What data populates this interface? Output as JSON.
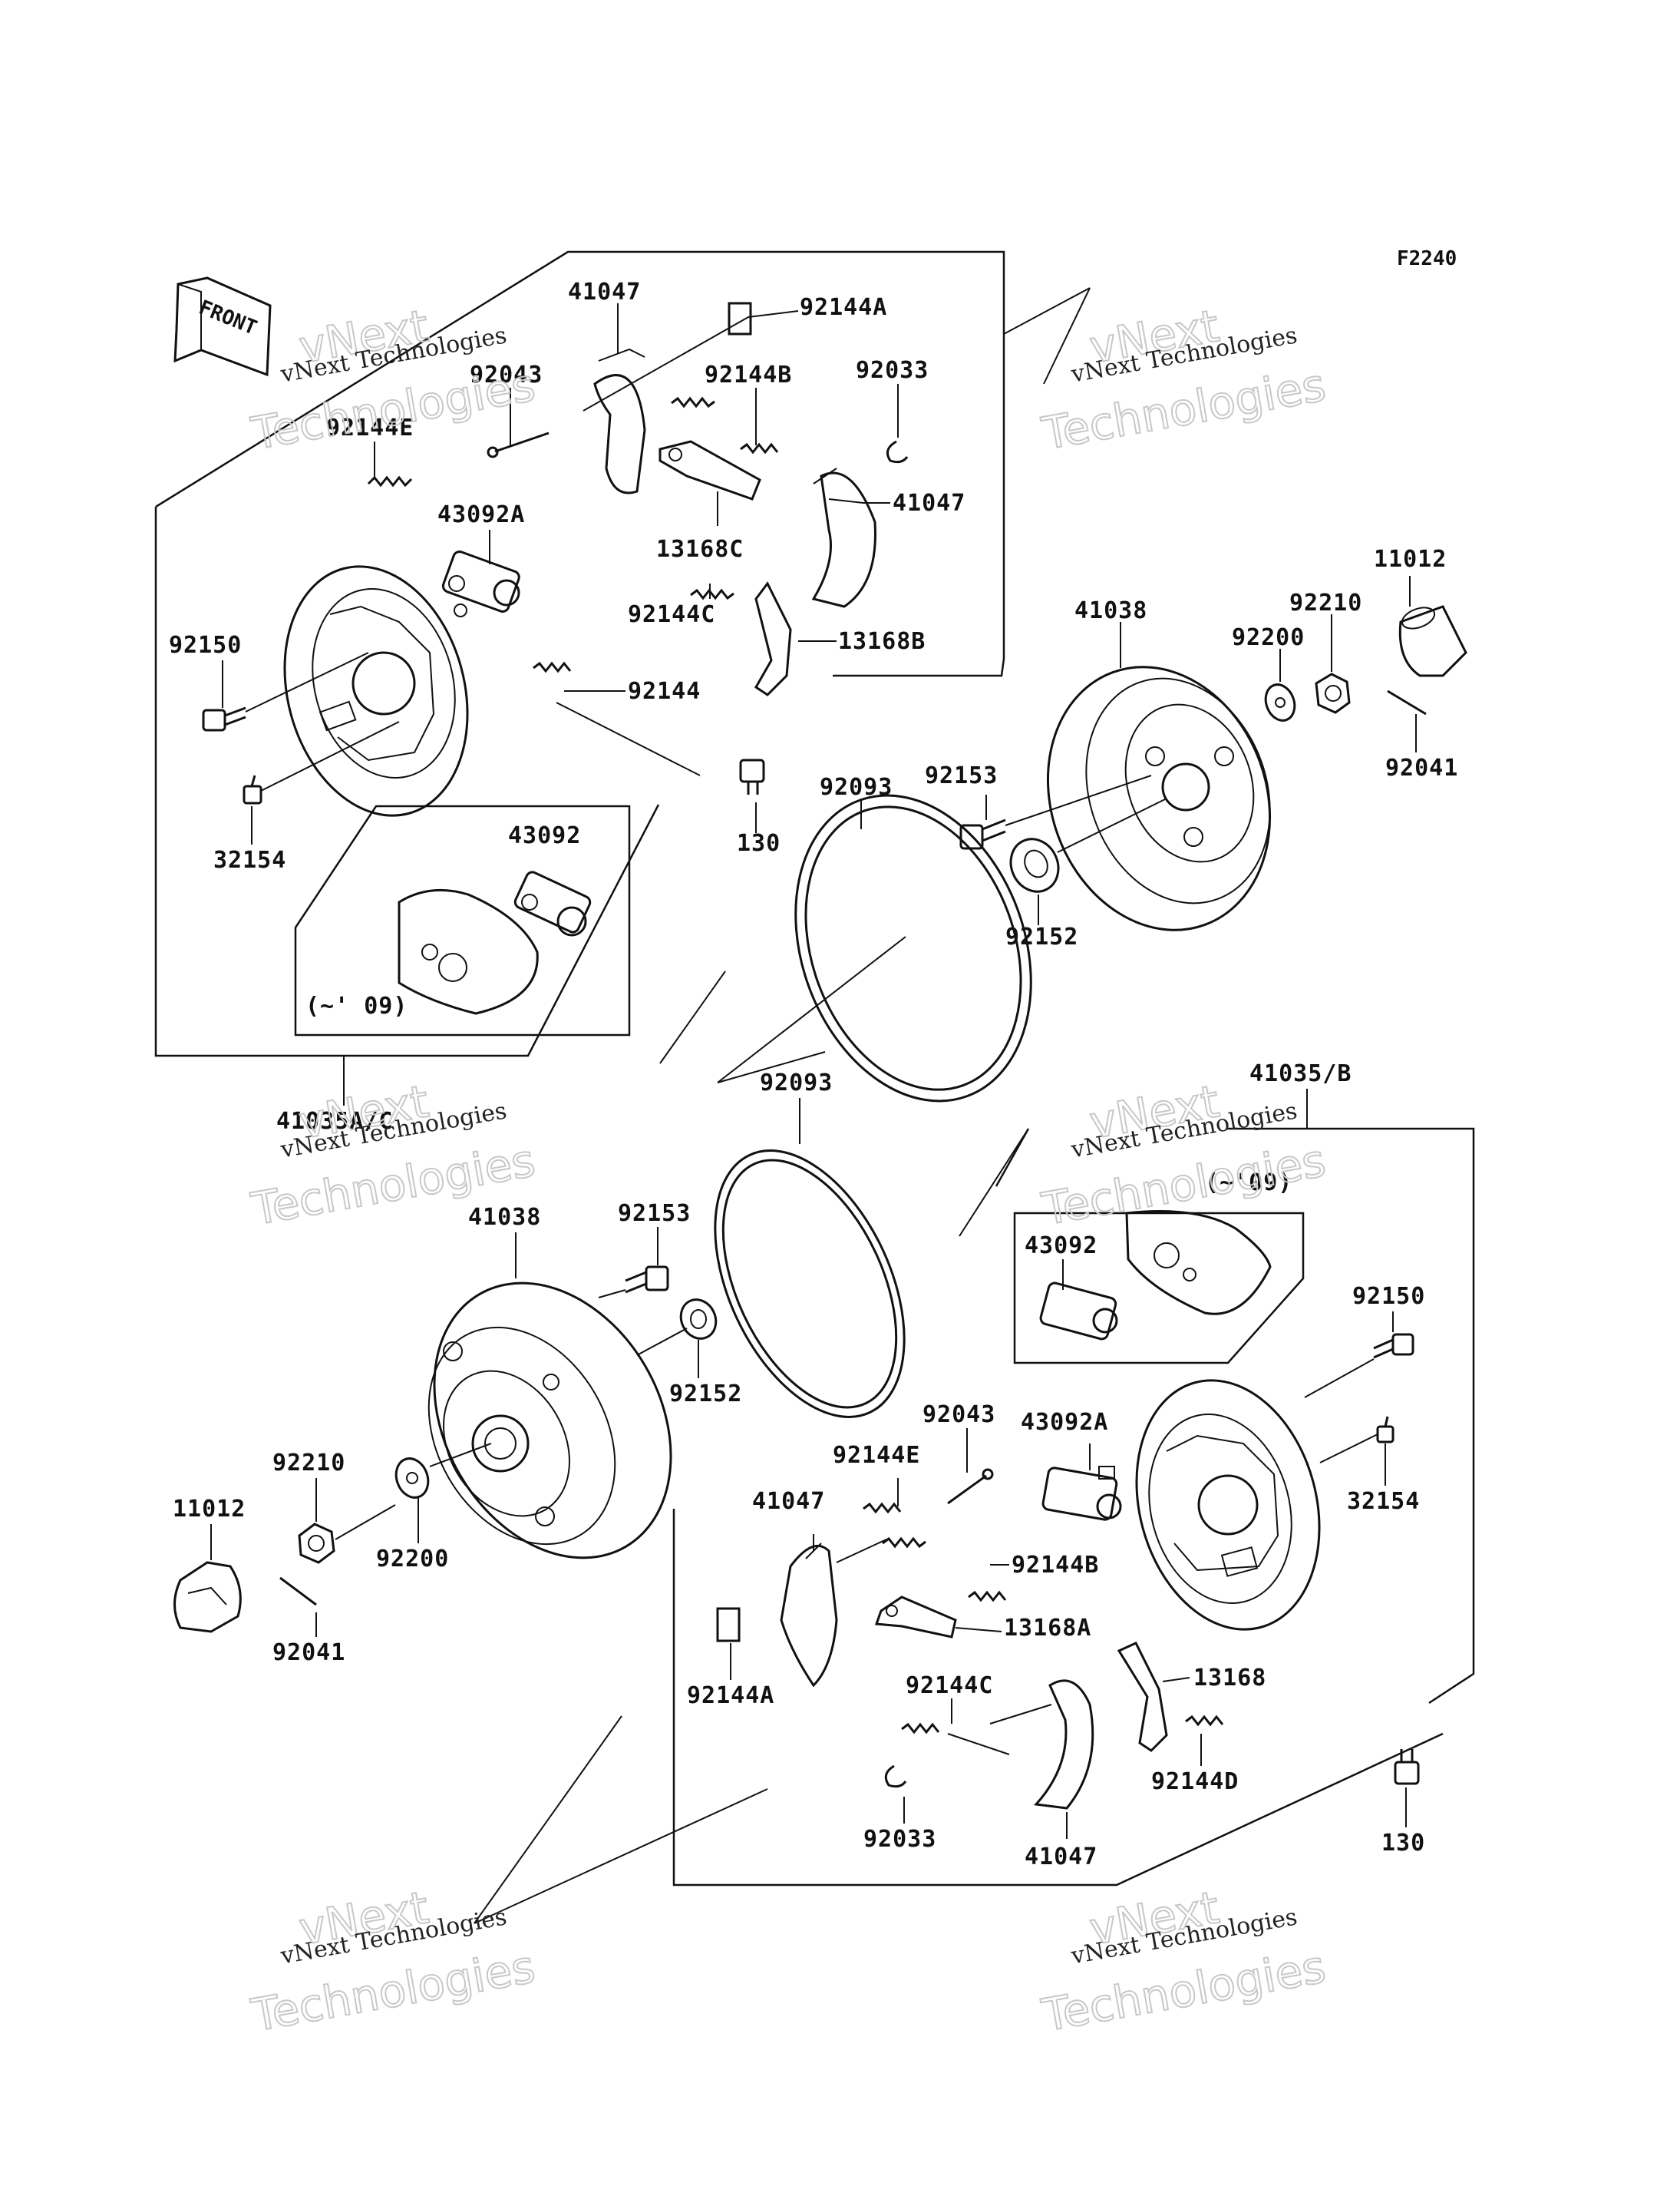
{
  "figure_code": "F2240",
  "front_arrow_label": "FRONT",
  "watermark": {
    "line1": "vNext Technologies",
    "line2": "vNext",
    "line3": "Technologies"
  },
  "variant_labels": {
    "top": "(~' 09)",
    "bottom": "(~'09)"
  },
  "assembly_labels": {
    "top": "41035A/C",
    "bottom": "41035/B"
  },
  "top_parts": {
    "p41047a": "41047",
    "p92144A": "92144A",
    "p92043": "92043",
    "p92144B": "92144B",
    "p92033": "92033",
    "p92144E": "92144E",
    "p41047b": "41047",
    "p43092A": "43092A",
    "p13168C": "13168C",
    "p11012": "11012",
    "p41038": "41038",
    "p92210": "92210",
    "p92150": "92150",
    "p92144C": "92144C",
    "p13168B": "13168B",
    "p92200": "92200",
    "p92144": "92144",
    "p92093": "92093",
    "p92153": "92153",
    "p92041": "92041",
    "p130": "130",
    "p32154": "32154",
    "p43092": "43092",
    "p92152": "92152"
  },
  "bottom_parts": {
    "p92093": "92093",
    "p41038": "41038",
    "p92153": "92153",
    "p43092": "43092",
    "p92150": "92150",
    "p92152": "92152",
    "p92043": "92043",
    "p43092A": "43092A",
    "p92210": "92210",
    "p92144E": "92144E",
    "p32154": "32154",
    "p11012": "11012",
    "p41047a": "41047",
    "p92200": "92200",
    "p92144B": "92144B",
    "p13168A": "13168A",
    "p92041": "92041",
    "p92144A": "92144A",
    "p92144C": "92144C",
    "p13168": "13168",
    "p92144D": "92144D",
    "p92033": "92033",
    "p130": "130",
    "p41047b": "41047"
  }
}
